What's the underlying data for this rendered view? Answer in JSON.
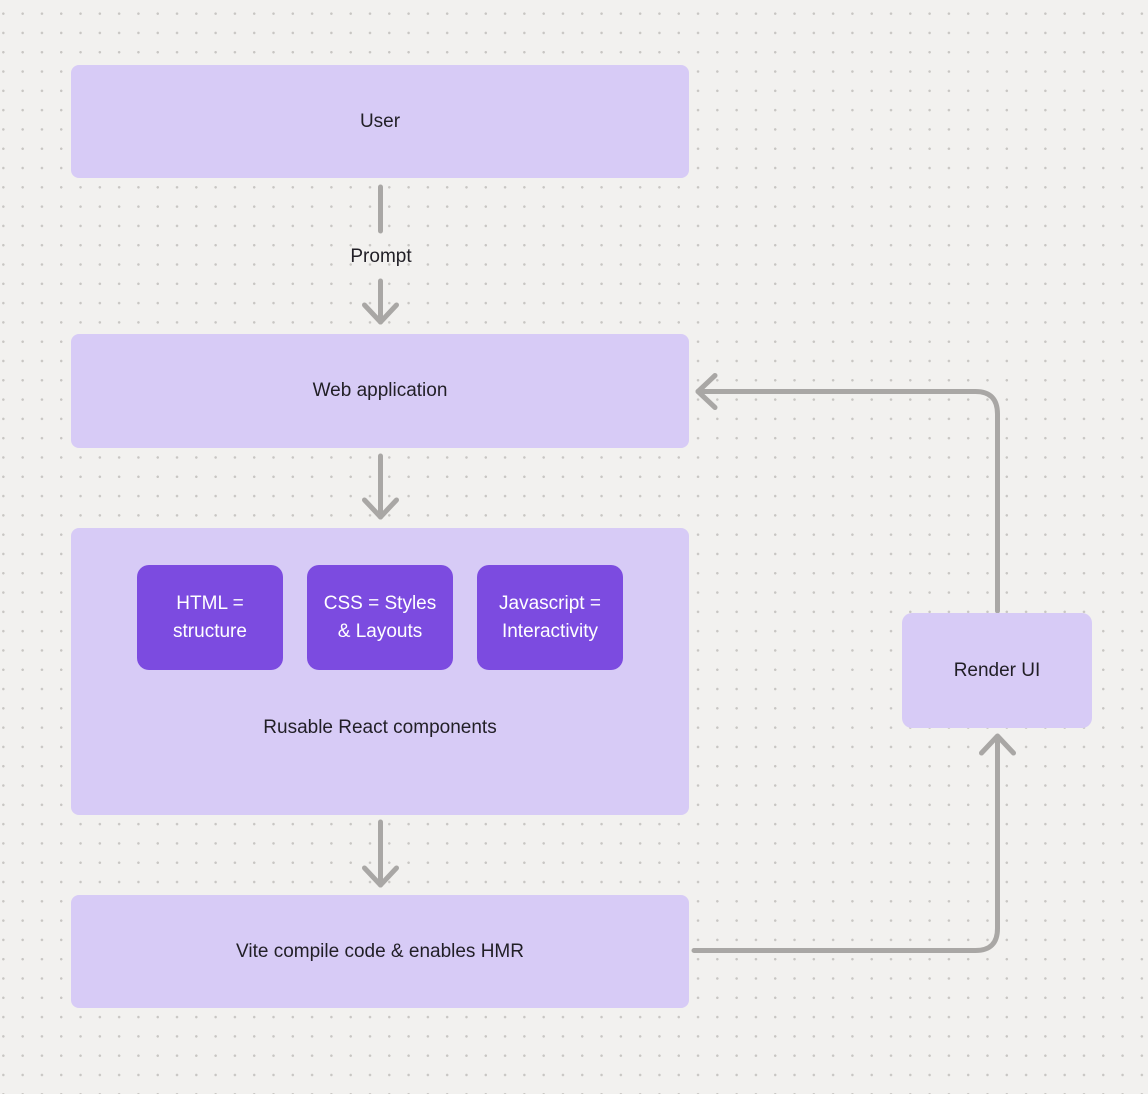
{
  "colors": {
    "canvas_bg": "#f2f1ef",
    "dot": "#c8c6c3",
    "node_fill": "#d7cbf6",
    "accent_fill": "#7c4be0",
    "node_text": "#211f26",
    "accent_text": "#ffffff",
    "arrow": "#a9a7a5"
  },
  "diagram": {
    "nodes": {
      "user": {
        "label": "User"
      },
      "web_application": {
        "label": "Web application"
      },
      "components_group": {
        "caption": "Rusable React components",
        "items": [
          {
            "label": "HTML = structure"
          },
          {
            "label": "CSS = Styles & Layouts"
          },
          {
            "label": "Javascript = Interactivity"
          }
        ]
      },
      "vite": {
        "label": "Vite compile code & enables HMR"
      },
      "render_ui": {
        "label": "Render UI"
      }
    },
    "edges": {
      "user_to_webapp": {
        "label": "Prompt"
      }
    }
  }
}
